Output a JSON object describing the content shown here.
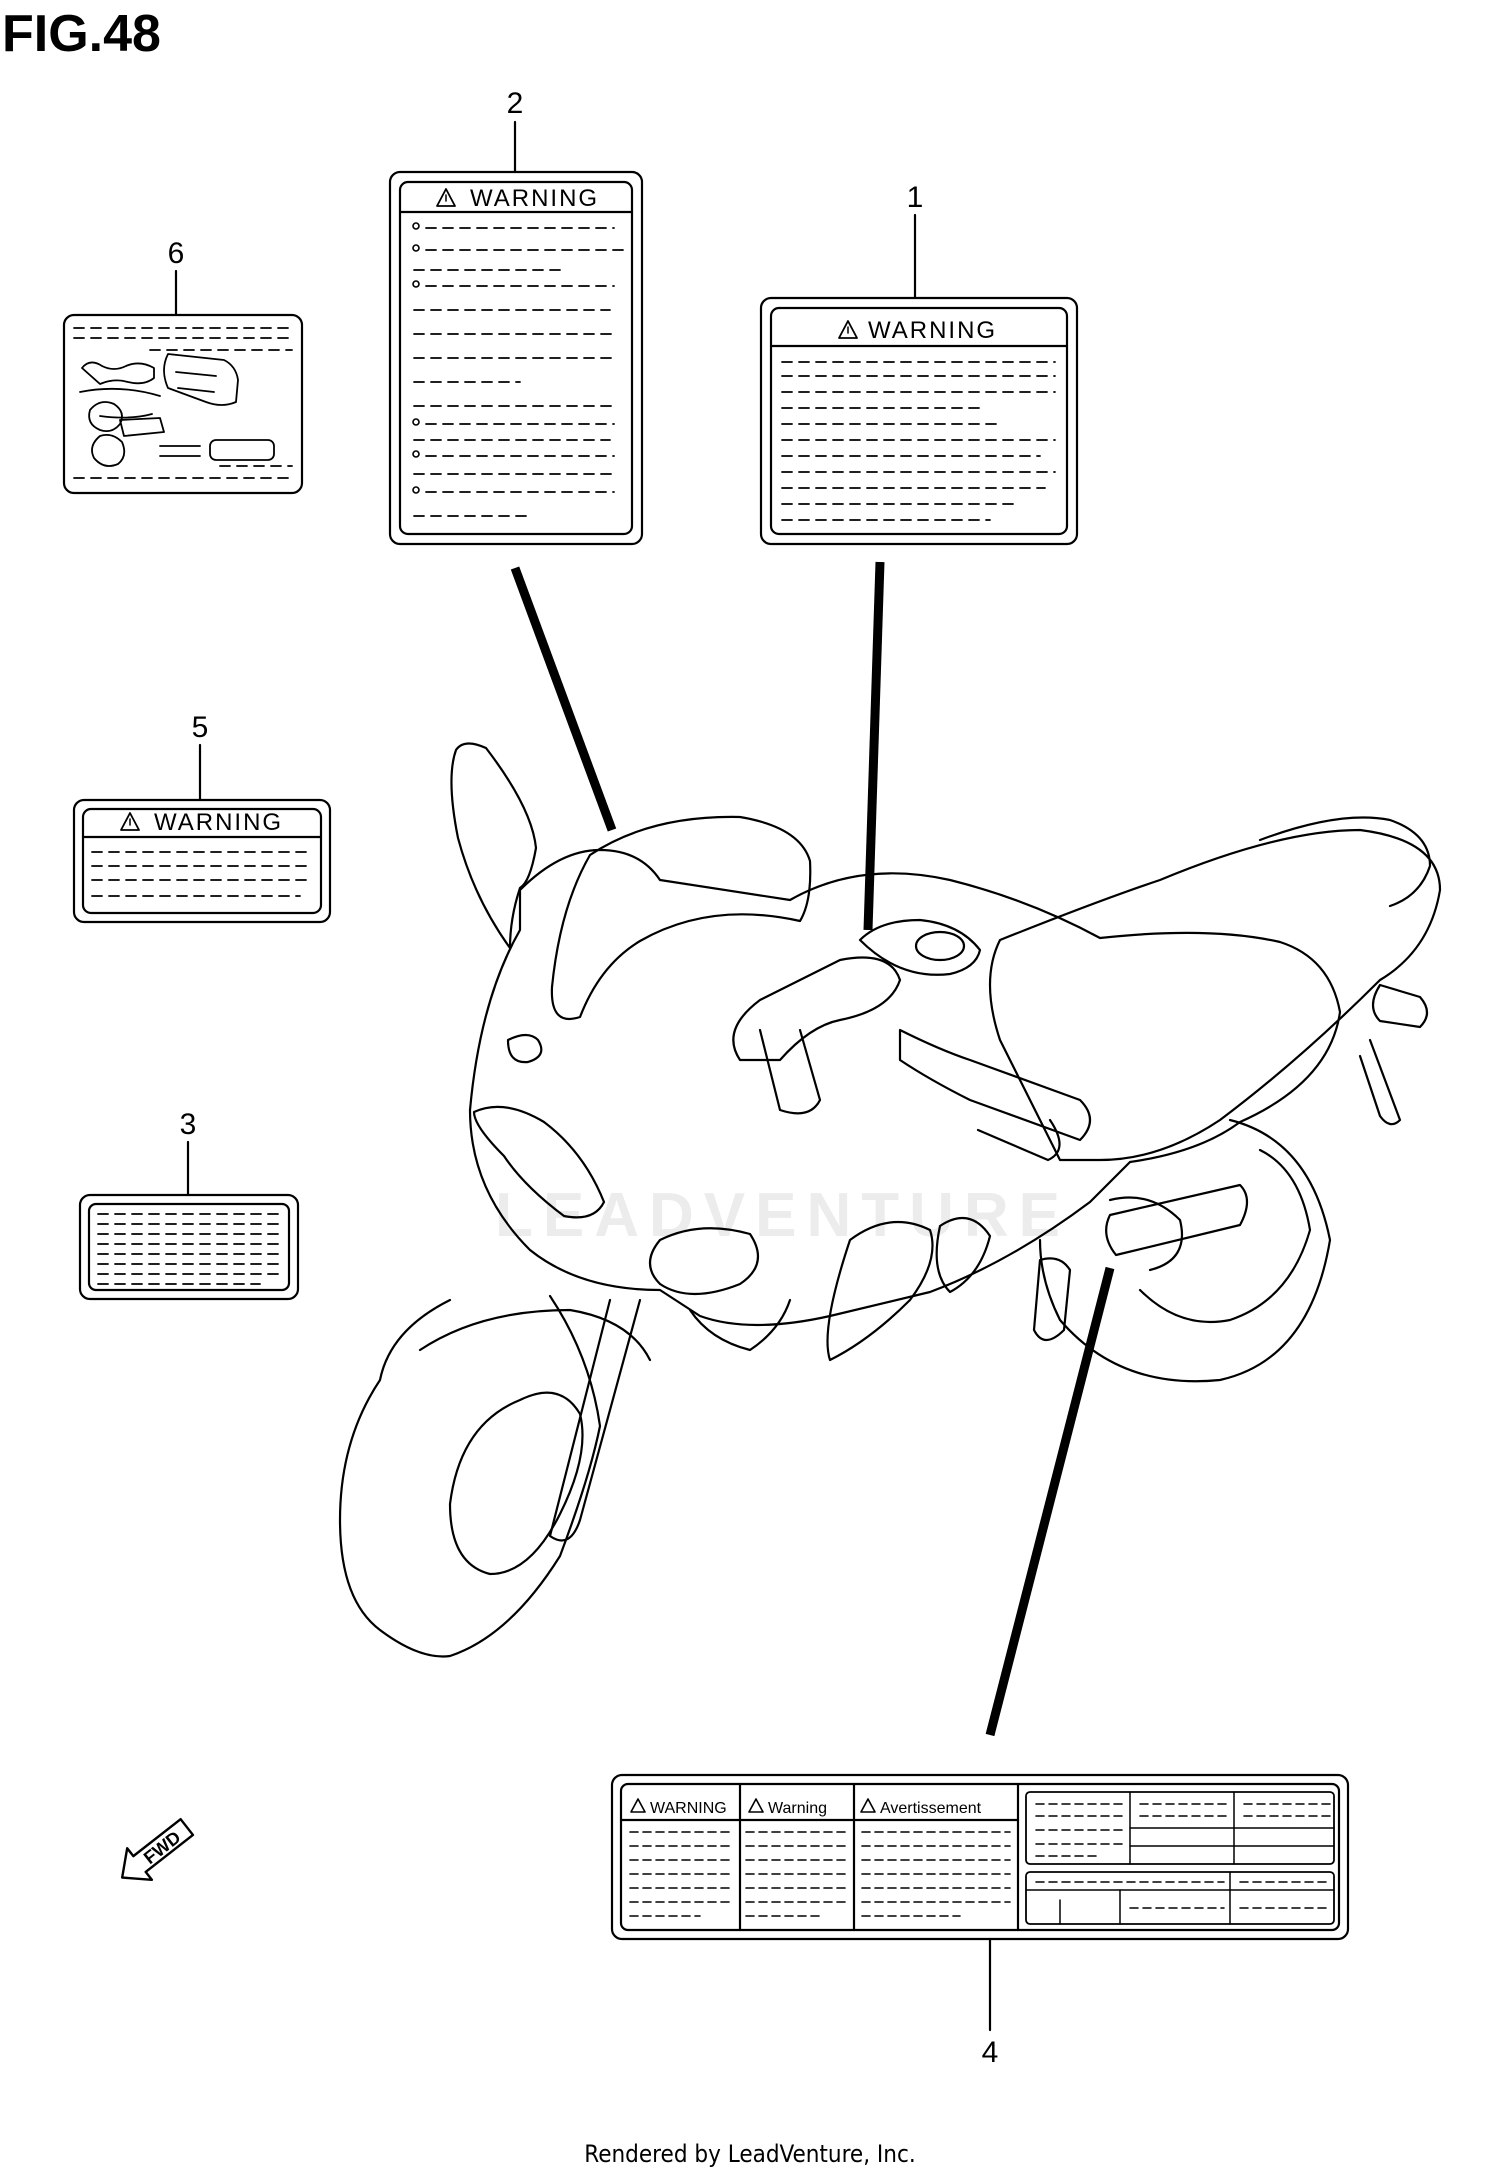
{
  "figure": {
    "title": "FIG.48",
    "footer": "Rendered by LeadVenture, Inc.",
    "watermark": "LEADVENTURE"
  },
  "callouts": [
    {
      "number": "1",
      "part": "warning-label-tank"
    },
    {
      "number": "2",
      "part": "warning-label-windscreen"
    },
    {
      "number": "3",
      "part": "info-label"
    },
    {
      "number": "4",
      "part": "combined-warning-label"
    },
    {
      "number": "5",
      "part": "warning-label-small"
    },
    {
      "number": "6",
      "part": "tire-info-label"
    }
  ],
  "labels": {
    "warning": "WARNING",
    "warning_lower": "Warning",
    "avertissement": "Avertissement",
    "fwd": "FWD"
  },
  "icons": [
    "warning-triangle-icon",
    "fwd-arrow-icon"
  ]
}
